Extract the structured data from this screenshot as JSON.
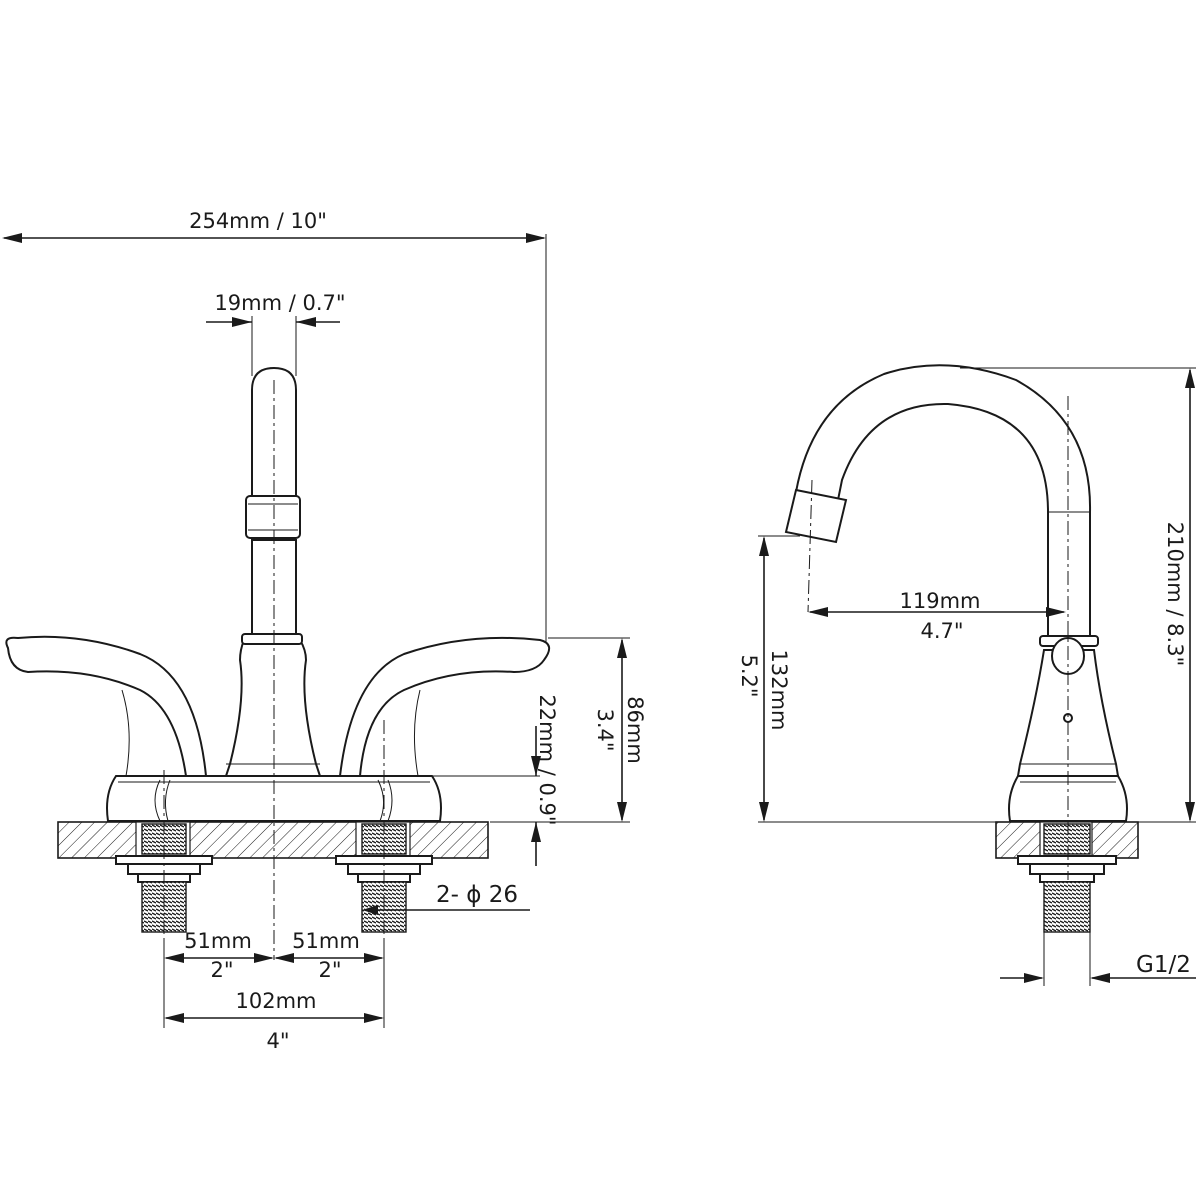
{
  "front_view": {
    "overall_width": "254mm  / 10\"",
    "spout_diameter": "19mm / 0.7\"",
    "height_mm": "86mm",
    "height_in": "3.4\"",
    "deck_thickness": "22mm / 0.9\"",
    "hole_diameter": "2- ϕ 26",
    "left_offset_mm": "51mm",
    "left_offset_in": "2\"",
    "right_offset_mm": "51mm",
    "right_offset_in": "2\"",
    "center_spacing_mm": "102mm",
    "center_spacing_in": "4\""
  },
  "side_view": {
    "spout_reach_mm": "119mm",
    "spout_reach_in": "4.7\"",
    "outlet_height_in": "5.2\"",
    "outlet_height_mm": "132mm",
    "total_height": "210mm / 8.3\"",
    "thread_size": "G1/2"
  },
  "colors": {
    "line": "#1a1a1a",
    "background": "#ffffff"
  }
}
